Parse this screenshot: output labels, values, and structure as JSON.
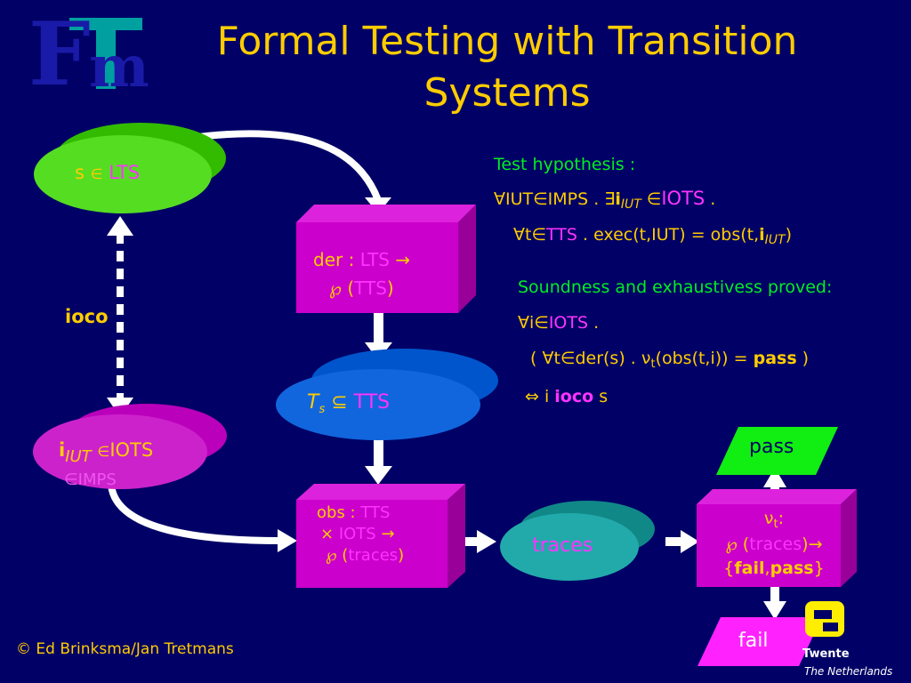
{
  "title": "Formal Testing with Transition Systems",
  "logo": {
    "big": "F",
    "small": "m"
  },
  "nodes": {
    "spec": {
      "a": "s",
      "b": "∈",
      "c": "LTS"
    },
    "impl": {
      "a": "i",
      "sub": "IUT",
      "b": "∈",
      "c": "IOTS",
      "d": "∈IMPS"
    },
    "der": {
      "line1a": "der :",
      "line1b": "LTS",
      "arrow": "→",
      "line2a": "℘",
      "line2b": "(",
      "line2c": "TTS",
      "line2d": ")"
    },
    "ts": {
      "a": "T",
      "sub": "s",
      "b": "⊆",
      "c": "TTS"
    },
    "obs": {
      "l1a": "obs :",
      "l1b": "TTS",
      "l2a": "×",
      "l2b": "IOTS",
      "l2c": "→",
      "l3a": "℘",
      "l3b": "(",
      "l3c": "traces",
      "l3d": ")"
    },
    "traces": "traces",
    "verdict": {
      "l1a": "ν",
      "l1sub": "t",
      "l1b": ":",
      "l2a": "℘",
      "l2b": "(",
      "l2c": "traces",
      "l2d": ")",
      "l2e": "→",
      "l3a": "{",
      "l3b": "fail",
      "l3c": ",",
      "l3d": "pass",
      "l3e": "}"
    },
    "pass": "pass",
    "fail": "fail",
    "ioco": "ioco"
  },
  "hypothesis": {
    "head": "Test hypothesis :",
    "l1": [
      "∀IUT∈IMPS . ∃",
      "i",
      "IUT",
      " ∈",
      "IOTS",
      " ."
    ],
    "l2": [
      "∀t∈",
      "TTS",
      " . exec(t,IUT) = obs(t,",
      "i",
      "IUT",
      ")"
    ]
  },
  "soundness": {
    "head": "Soundness and exhaustivess proved:",
    "l1": [
      "∀i∈",
      "IOTS",
      " ."
    ],
    "l2": [
      "( ∀t∈der(s) . ν",
      "t",
      "(obs(t,i)) = ",
      "pass",
      " )"
    ],
    "l3": [
      "⇔ i ",
      "ioco",
      " s"
    ]
  },
  "footer": "© Ed Brinksma/Jan Tretmans",
  "university": {
    "name": "Twente",
    "country": "The Netherlands"
  },
  "colors": {
    "background": "#000066",
    "title": "#ffcc00",
    "box": "#cc00cc",
    "green": "#00ee22",
    "magenta": "#ff33ff",
    "blue": "#1155dd",
    "teal": "#119999"
  }
}
